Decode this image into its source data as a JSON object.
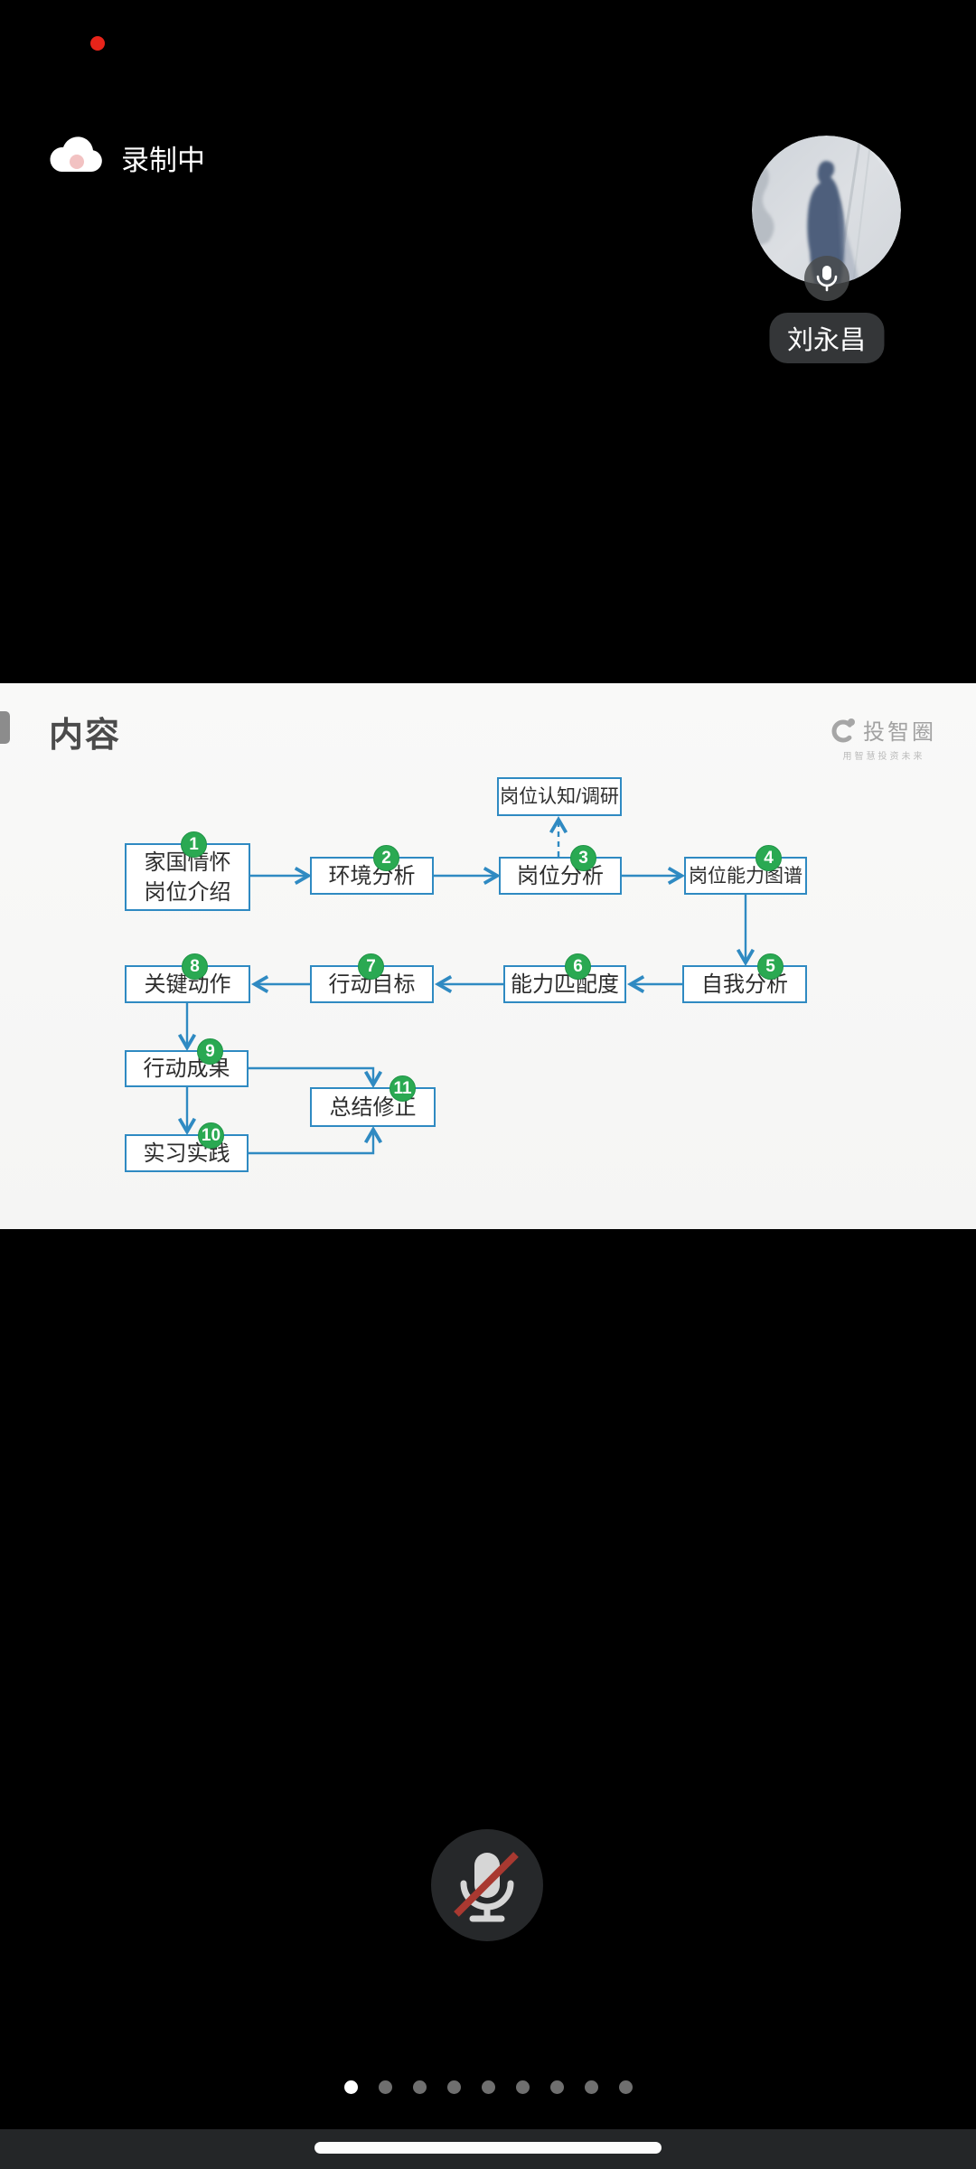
{
  "status": {
    "recording_label": "录制中"
  },
  "participant": {
    "name": "刘永昌"
  },
  "slide": {
    "title": "内容",
    "logo": {
      "brand": "投智圈",
      "tagline": "用智慧投资未来"
    },
    "flowchart": {
      "nodes": [
        {
          "num": "",
          "label": "岗位认知/调研"
        },
        {
          "num": "1",
          "label": "家国情怀\n岗位介绍"
        },
        {
          "num": "2",
          "label": "环境分析"
        },
        {
          "num": "3",
          "label": "岗位分析"
        },
        {
          "num": "4",
          "label": "岗位能力图谱"
        },
        {
          "num": "5",
          "label": "自我分析"
        },
        {
          "num": "6",
          "label": "能力匹配度"
        },
        {
          "num": "7",
          "label": "行动目标"
        },
        {
          "num": "8",
          "label": "关键动作"
        },
        {
          "num": "9",
          "label": "行动成果"
        },
        {
          "num": "10",
          "label": "实习实践"
        },
        {
          "num": "11",
          "label": "总结修正"
        }
      ]
    }
  },
  "controls": {
    "mic_muted": true
  },
  "pagination": {
    "count": 9,
    "active": 0
  },
  "colors": {
    "accent_blue": "#2f8ac2",
    "badge_green": "#2aa952",
    "record_red": "#e8241a",
    "slide_bg": "#f8f8f7",
    "name_pill_bg": "#343638"
  }
}
